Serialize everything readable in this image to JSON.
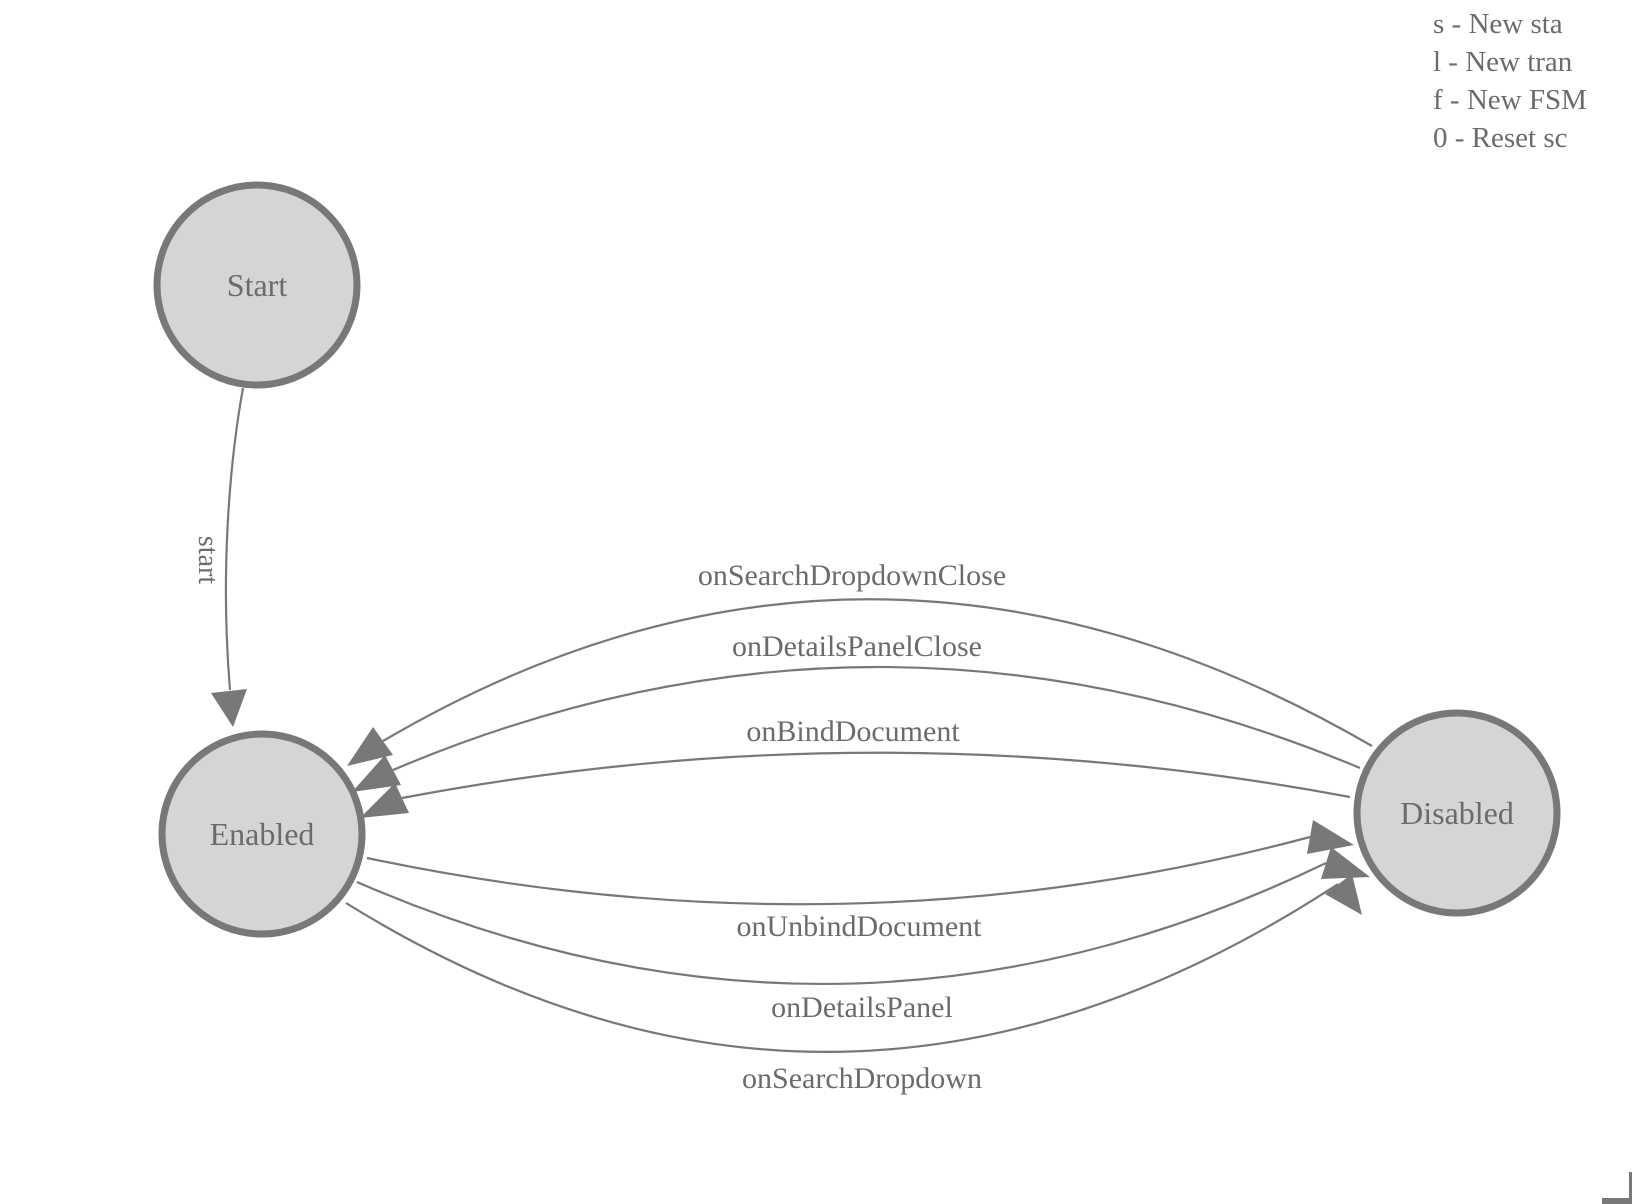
{
  "canvas": {
    "type": "state-machine-diagram",
    "colors": {
      "node_fill": "#d5d5d5",
      "outline": "#787878",
      "label_text": "#6b6b6b"
    },
    "nodes": [
      {
        "id": "start",
        "label": "Start"
      },
      {
        "id": "enabled",
        "label": "Enabled"
      },
      {
        "id": "disabled",
        "label": "Disabled"
      }
    ],
    "edges": [
      {
        "from": "start",
        "to": "enabled",
        "label": "start"
      },
      {
        "from": "disabled",
        "to": "enabled",
        "label": "onSearchDropdownClose"
      },
      {
        "from": "disabled",
        "to": "enabled",
        "label": "onDetailsPanelClose"
      },
      {
        "from": "disabled",
        "to": "enabled",
        "label": "onBindDocument"
      },
      {
        "from": "enabled",
        "to": "disabled",
        "label": "onUnbindDocument"
      },
      {
        "from": "enabled",
        "to": "disabled",
        "label": "onDetailsPanel"
      },
      {
        "from": "enabled",
        "to": "disabled",
        "label": "onSearchDropdown"
      }
    ],
    "legend": {
      "lines": [
        "s - New sta",
        "l - New tran",
        "f - New FSM",
        "0 - Reset sc"
      ]
    }
  }
}
